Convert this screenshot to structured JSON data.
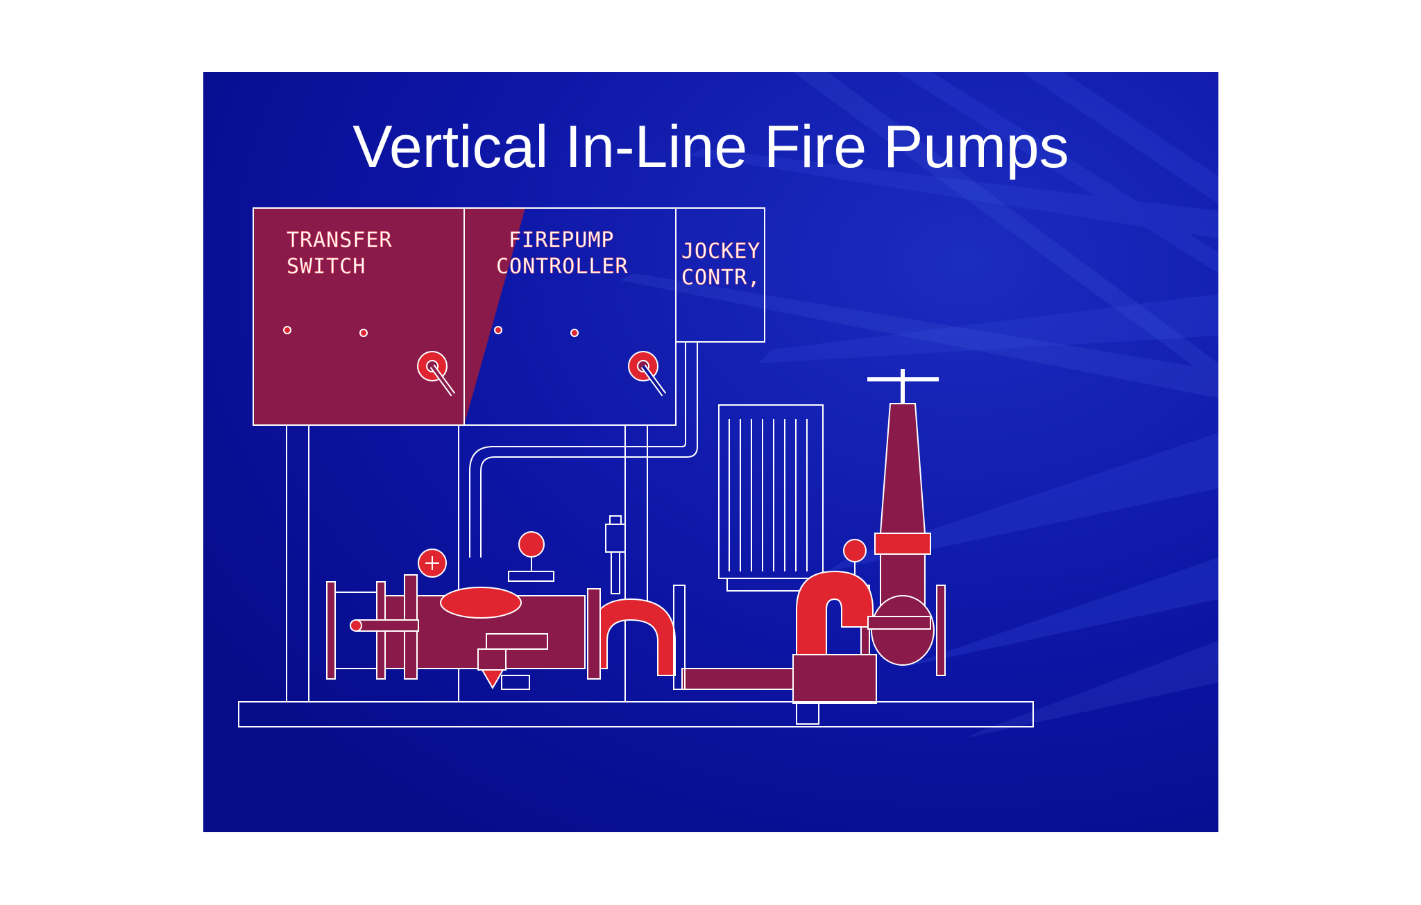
{
  "slide": {
    "title": "Vertical In-Line Fire Pumps",
    "colors": {
      "background": "#0b0f9a",
      "line": "#ffffff",
      "fill": "#8a1a4a",
      "accent": "#e02530"
    }
  },
  "diagram": {
    "panels": [
      {
        "line1": "TRANSFER",
        "line2": "SWITCH"
      },
      {
        "line1": "FIREPUMP",
        "line2": "CONTROLLER"
      },
      {
        "line1": "JOCKEY",
        "line2": "CONTR,"
      }
    ]
  }
}
